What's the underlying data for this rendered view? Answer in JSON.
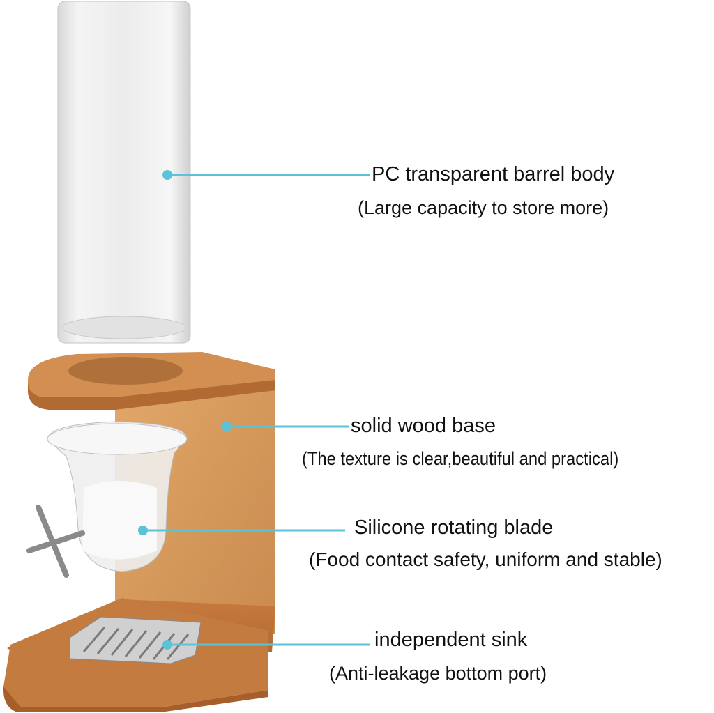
{
  "accent_color": "#5bc3d8",
  "callouts": [
    {
      "title": "PC transparent barrel body",
      "subtitle": "(Large capacity to store more)"
    },
    {
      "title": "solid wood base",
      "subtitle": "(The texture is clear,beautiful and practical)"
    },
    {
      "title": "Silicone rotating blade",
      "subtitle": "(Food contact safety, uniform and stable)"
    },
    {
      "title": "independent sink",
      "subtitle": "(Anti-leakage bottom port)"
    }
  ]
}
